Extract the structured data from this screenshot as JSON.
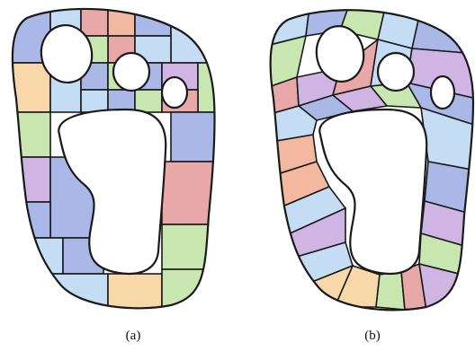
{
  "figure": {
    "panels": [
      {
        "caption": "(a)",
        "style": "axis-aligned quad-tree partition"
      },
      {
        "caption": "(b)",
        "style": "curvilinear conforming partition"
      }
    ]
  },
  "colors": {
    "outline": "#1a1a1a",
    "hole_fill": "#ffffff",
    "cells": [
      "#aab8e8",
      "#e8a8a8",
      "#c5dcf5",
      "#c8e6b0",
      "#f8d8a8",
      "#cfb4e4",
      "#f2b8a0"
    ]
  },
  "icons": [
    "footprint-shape-a",
    "footprint-shape-b"
  ]
}
